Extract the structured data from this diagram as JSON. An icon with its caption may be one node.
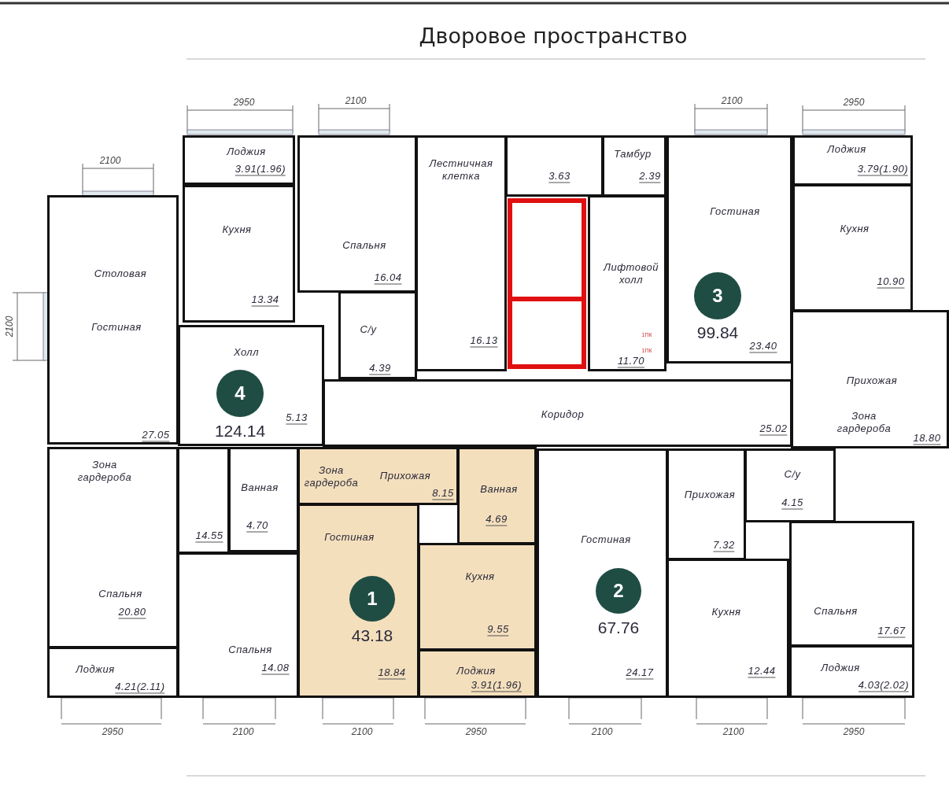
{
  "diagram": {
    "title": "Дворовое пространство",
    "nodes": [
      {
        "text": [
          "Лоджия",
          "3.91(1.96)"
        ]
      },
      {
        "text": [
          "Кухня",
          "13.34"
        ]
      },
      {
        "text": [
          "Столовая",
          "Гостиная",
          "27.05"
        ]
      },
      {
        "text": [
          "Спальня",
          "16.04"
        ]
      },
      {
        "text": [
          "С/у",
          "4.39"
        ]
      },
      {
        "text": [
          "Лестничная клетка",
          "16.13"
        ]
      },
      {
        "text": [
          "3.63"
        ]
      },
      {
        "text": [
          "Тамбур",
          "2.39"
        ]
      },
      {
        "text": [
          "Лифтовой холл",
          "11.70"
        ]
      },
      {
        "text": [
          "Гостиная",
          "23.40"
        ]
      },
      {
        "text": [
          "3"
        ],
        "in": 9,
        "beside": [
          "99.84"
        ]
      },
      {
        "text": [
          "Лоджия",
          "3.79(1.90)"
        ]
      },
      {
        "text": [
          "Кухня",
          "10.90"
        ]
      },
      {
        "text": [
          "Прихожая",
          "Зона гардероба",
          "18.80"
        ]
      },
      {
        "text": [
          "Холл",
          "5.13"
        ]
      },
      {
        "text": [
          "4"
        ],
        "in": 14,
        "beside": [
          "124.14"
        ]
      },
      {
        "text": [
          "Коридор",
          "25.02"
        ]
      },
      {
        "text": [
          "Зона гардероба",
          "Спальня",
          "20.80"
        ]
      },
      {
        "text": [
          "14.55"
        ]
      },
      {
        "text": [
          "Ванная",
          "4.70"
        ]
      },
      {
        "text": [
          "Зона гардероба",
          "Прихожая",
          "8.15"
        ]
      },
      {
        "text": [
          "Ванная",
          "4.69"
        ]
      },
      {
        "text": [
          "Спальня",
          "14.08"
        ]
      },
      {
        "text": [
          "Гостиная",
          "18.84"
        ]
      },
      {
        "text": [
          "1"
        ],
        "in": 23,
        "beside": [
          "43.18"
        ]
      },
      {
        "text": [
          "Кухня",
          "9.55"
        ]
      },
      {
        "text": [
          "Гостиная",
          "24.17"
        ]
      },
      {
        "text": [
          "2"
        ],
        "in": 26,
        "beside": [
          "67.76"
        ]
      },
      {
        "text": [
          "Прихожая",
          "7.32"
        ]
      },
      {
        "text": [
          "С/у",
          "4.15"
        ]
      },
      {
        "text": [
          "Кухня",
          "12.44"
        ]
      },
      {
        "text": [
          "Спальня",
          "17.67"
        ]
      },
      {
        "text": [
          "Лоджия",
          "4.21(2.11)"
        ]
      },
      {
        "text": [
          "Лоджия",
          "3.91(1.96)"
        ]
      },
      {
        "text": [
          "Лоджия",
          "4.03(2.02)"
        ]
      }
    ],
    "labels": [
      "2950",
      "2100",
      "2100",
      "2950",
      "2100",
      "2100",
      "1ПК",
      "1ПК",
      "2950",
      "2100",
      "2100",
      "2950",
      "2100",
      "2100",
      "2950"
    ]
  }
}
